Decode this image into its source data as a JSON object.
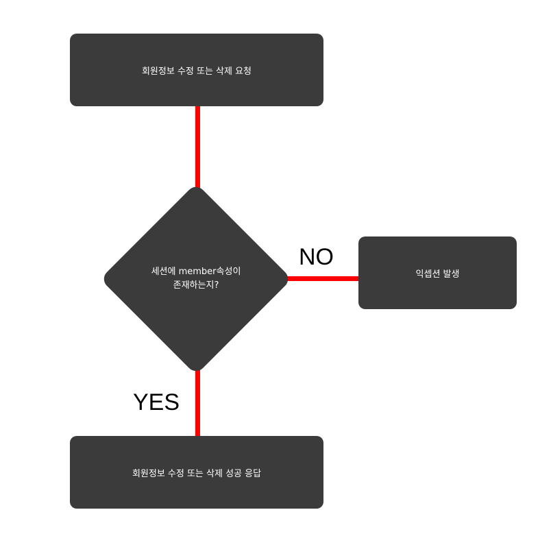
{
  "diagram": {
    "start_node": {
      "label": "회원정보 수정 또는 삭제 요청"
    },
    "decision_node": {
      "line1": "세션에 member속성이",
      "line2": "존재하는지?"
    },
    "exception_node": {
      "label": "익셉션 발생"
    },
    "success_node": {
      "label": "회원정보 수정 또는 삭제 성공 응답"
    },
    "edge_no_label": "NO",
    "edge_yes_label": "YES"
  },
  "colors": {
    "node_fill": "#3b3b3b",
    "connector": "#ff0000",
    "node_text": "#ffffff",
    "edge_label_text": "#000000"
  }
}
